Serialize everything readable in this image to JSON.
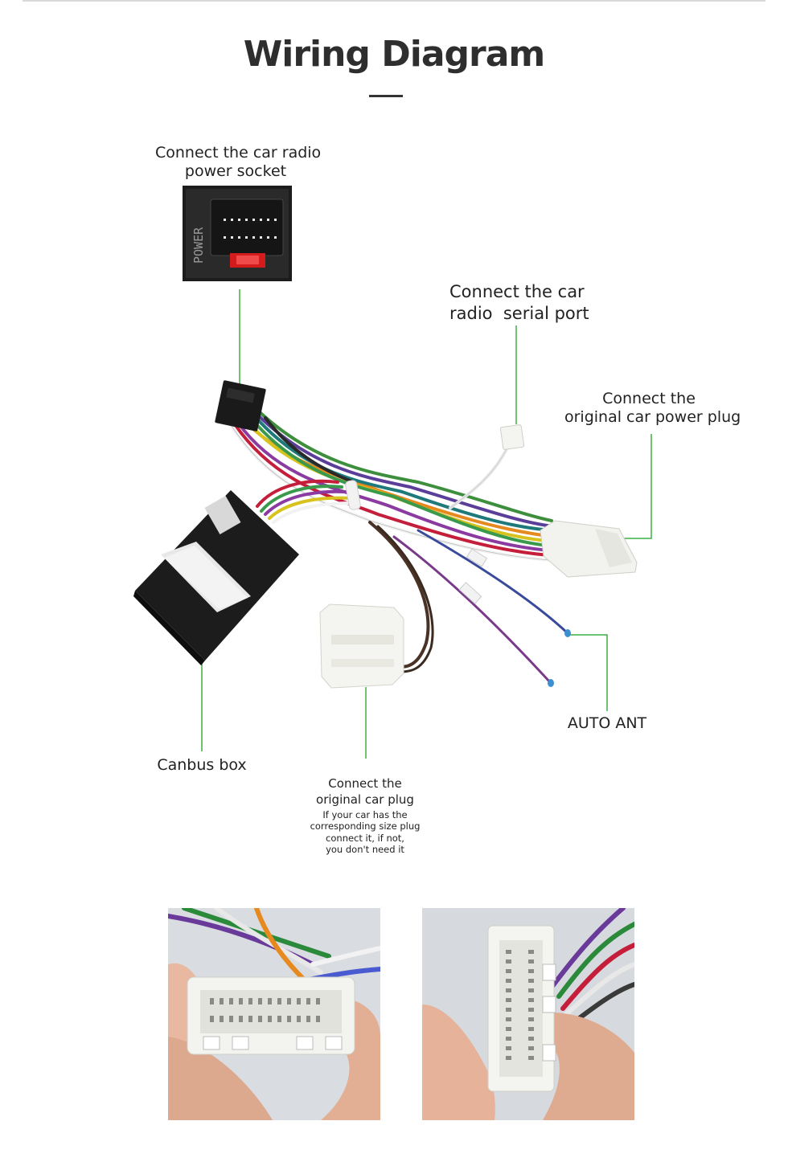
{
  "title": "Wiring Diagram",
  "callouts": {
    "power_socket": {
      "line1": "Connect the car radio",
      "line2": "power socket"
    },
    "serial_port": {
      "line1": "Connect the car",
      "line2": "radio  serial port"
    },
    "original_power_plug": {
      "line1": "Connect the",
      "line2": "original car power plug"
    },
    "auto_ant": {
      "text": "AUTO ANT"
    },
    "canbus_box": {
      "text": "Canbus box"
    },
    "original_car_plug": {
      "line1": "Connect the",
      "line2": "original car plug",
      "note": [
        "If your car has the",
        "corresponding size plug",
        "connect it, if not,",
        "you don't need it"
      ]
    }
  },
  "connector_print": {
    "power": "POWER"
  },
  "colors": {
    "accent_line": "#3cb043",
    "title": "#2e2e2e",
    "rule": "#333333"
  },
  "photos": [
    {
      "name": "connector-closeup-front"
    },
    {
      "name": "connector-closeup-side"
    }
  ]
}
